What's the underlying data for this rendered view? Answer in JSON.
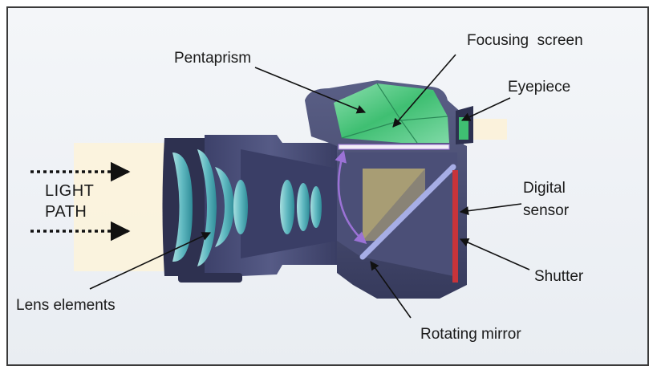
{
  "labels": {
    "pentaprism": "Pentaprism",
    "focusing_screen": "Focusing  screen",
    "eyepiece": "Eyepiece",
    "light_path_line1": "LIGHT",
    "light_path_line2": "PATH",
    "digital_line1": "Digital",
    "digital_line2": "sensor",
    "shutter": "Shutter",
    "lens_elements": "Lens elements",
    "rotating_mirror": "Rotating mirror"
  },
  "colors": {
    "body": "#4a4e72",
    "body_dark": "#2e3150",
    "lens_glass": "#6fc0c8",
    "prism": "#5cd08a",
    "sensor": "#c8343a",
    "mirror": "#a7aee6",
    "light_beam": "#fbf2dc",
    "arc_arrow": "#9b72d6"
  }
}
